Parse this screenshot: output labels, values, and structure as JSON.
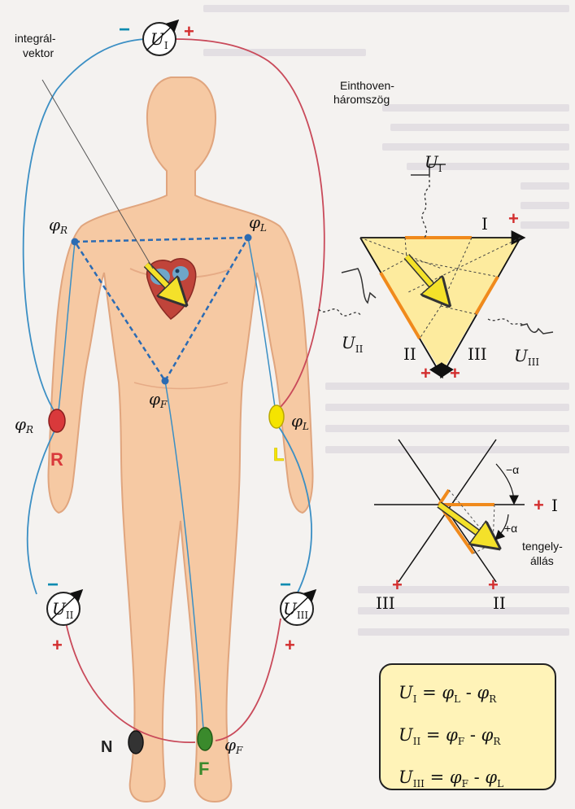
{
  "labels": {
    "integral_vector": [
      "integrál-",
      "vektor"
    ],
    "einthoven": [
      "Einthoven-",
      "háromszög"
    ],
    "axis_position": [
      "tengely-",
      "állás"
    ]
  },
  "electrodes": {
    "R": {
      "letter": "R",
      "color": "#d9393b"
    },
    "L": {
      "letter": "L",
      "color": "#f5e400"
    },
    "F": {
      "letter": "F",
      "color": "#3a8a2c"
    },
    "N": {
      "letter": "N",
      "color": "#333333"
    }
  },
  "potentials": {
    "phi": "φ",
    "R": "R",
    "L": "L",
    "F": "F"
  },
  "meters": {
    "U1": {
      "symbol": "U",
      "sub": "I"
    },
    "U2": {
      "symbol": "U",
      "sub": "II"
    },
    "U3": {
      "symbol": "U",
      "sub": "III"
    }
  },
  "signs": {
    "plus": "+",
    "minus": "−"
  },
  "leads": {
    "I": "I",
    "II": "II",
    "III": "III"
  },
  "angles": {
    "neg_alpha": "−α",
    "pos_alpha": "+α"
  },
  "formulas": [
    {
      "left": "U",
      "left_sub": "I",
      "eq": " = ",
      "a": "φ",
      "a_sub": "L",
      "op": " - ",
      "b": "φ",
      "b_sub": "R"
    },
    {
      "left": "U",
      "left_sub": "II",
      "eq": " = ",
      "a": "φ",
      "a_sub": "F",
      "op": " - ",
      "b": "φ",
      "b_sub": "R"
    },
    {
      "left": "U",
      "left_sub": "III",
      "eq": " = ",
      "a": "φ",
      "a_sub": "F",
      "op": " - ",
      "b": "φ",
      "b_sub": "L"
    }
  ],
  "colors": {
    "skin": "#f6c9a3",
    "skin_edge": "#e0a57e",
    "wire_blue": "#3b8fc4",
    "wire_red": "#c94a5a",
    "triangle_fill": "#fdeb9e",
    "lead_orange": "#f08a1c",
    "vector_yellow": "#f4e12a"
  }
}
